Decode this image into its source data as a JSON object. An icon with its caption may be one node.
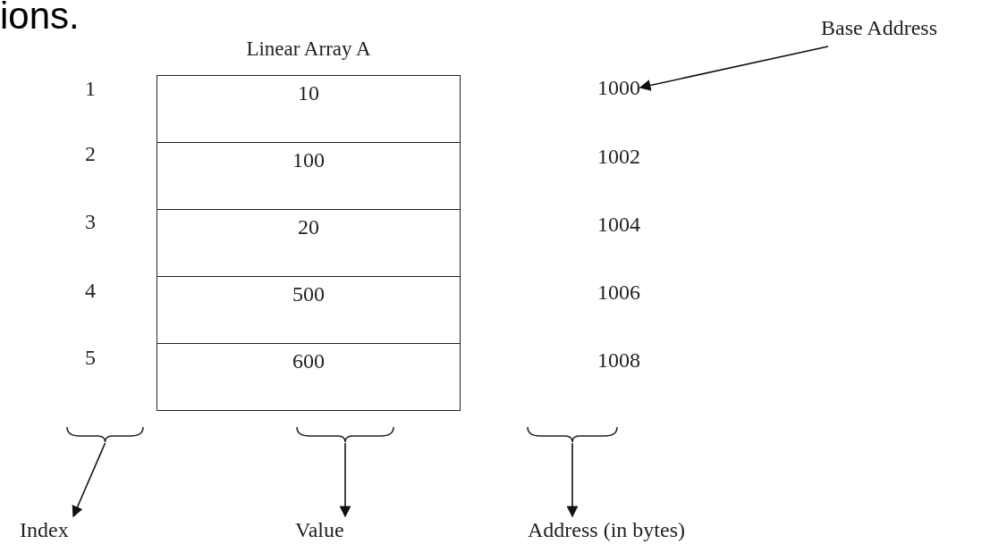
{
  "diagram": {
    "nodes": [
      {
        "text": [
          "Linear Array A"
        ]
      },
      {
        "text": [
          "10"
        ],
        "in": 0
      },
      {
        "text": [
          "100"
        ],
        "in": 0
      },
      {
        "text": [
          "20"
        ],
        "in": 0
      },
      {
        "text": [
          "500"
        ],
        "in": 0
      },
      {
        "text": [
          "600"
        ],
        "in": 0
      },
      {
        "text": [
          "1000"
        ]
      },
      {
        "text": [
          "Base Address"
        ]
      },
      {
        "text": [
          "Index"
        ]
      },
      {
        "text": [
          "Value"
        ]
      },
      {
        "text": [
          "Address (in bytes)"
        ]
      },
      {
        "text": [],
        "shape": "brace"
      },
      {
        "text": [],
        "shape": "brace"
      },
      {
        "text": [],
        "shape": "brace"
      }
    ],
    "edges": [
      {
        "from": 7,
        "to": 6,
        "arrow": "to"
      },
      {
        "from": 11,
        "to": 8,
        "arrow": "to"
      },
      {
        "from": 12,
        "to": 9,
        "arrow": "to"
      },
      {
        "from": 13,
        "to": 10,
        "arrow": "to"
      }
    ],
    "labels": [
      "ions.",
      "1",
      "2",
      "3",
      "4",
      "5",
      "1002",
      "1004",
      "1006",
      "1008"
    ]
  }
}
